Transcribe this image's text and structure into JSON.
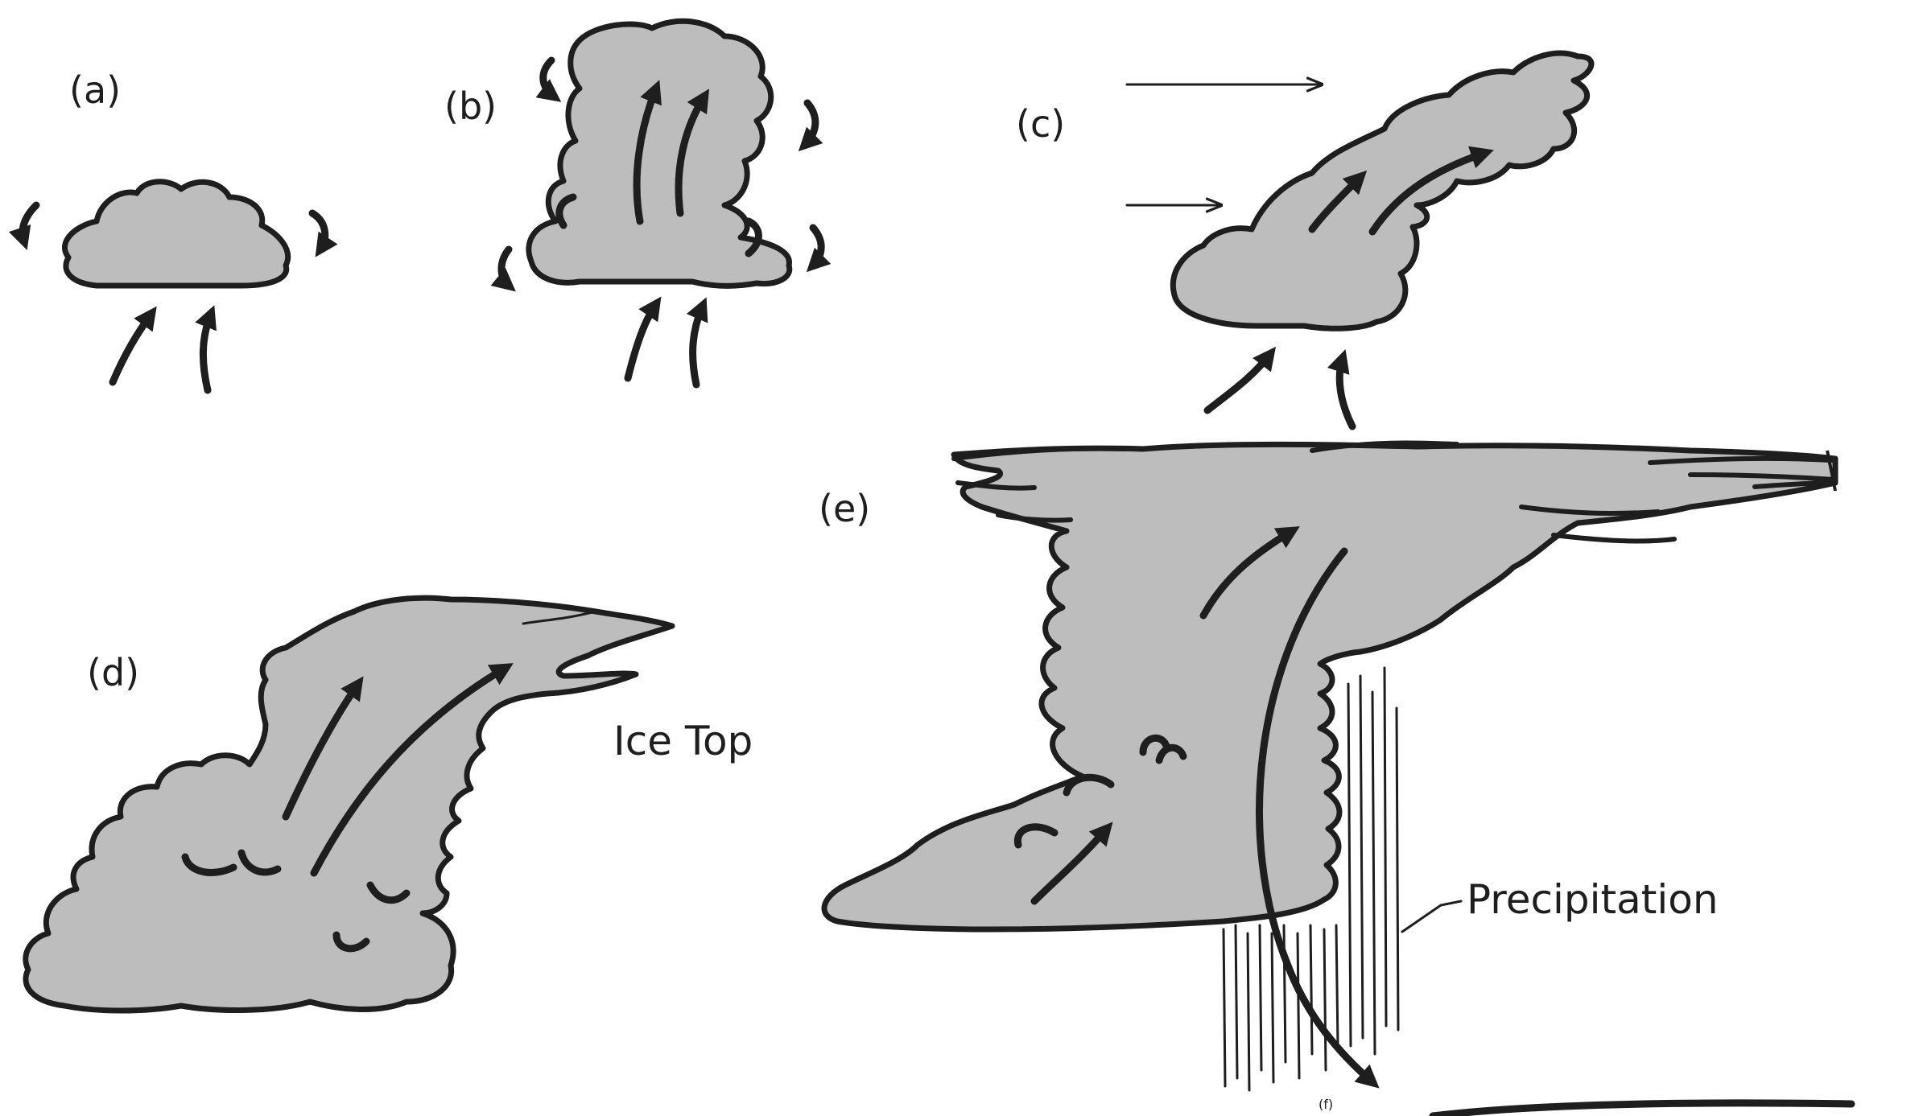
{
  "panels": {
    "a": {
      "label": "(a)"
    },
    "b": {
      "label": "(b)"
    },
    "c": {
      "label": "(c)"
    },
    "d": {
      "label": "(d)",
      "annotation": "Ice Top"
    },
    "e": {
      "label": "(e)",
      "annotation": "Precipitation"
    },
    "f": {
      "label": "(f)"
    }
  },
  "colors": {
    "cloud_fill": "#bdbdbd",
    "ink": "#1e1e1e",
    "background": "#ffffff"
  }
}
